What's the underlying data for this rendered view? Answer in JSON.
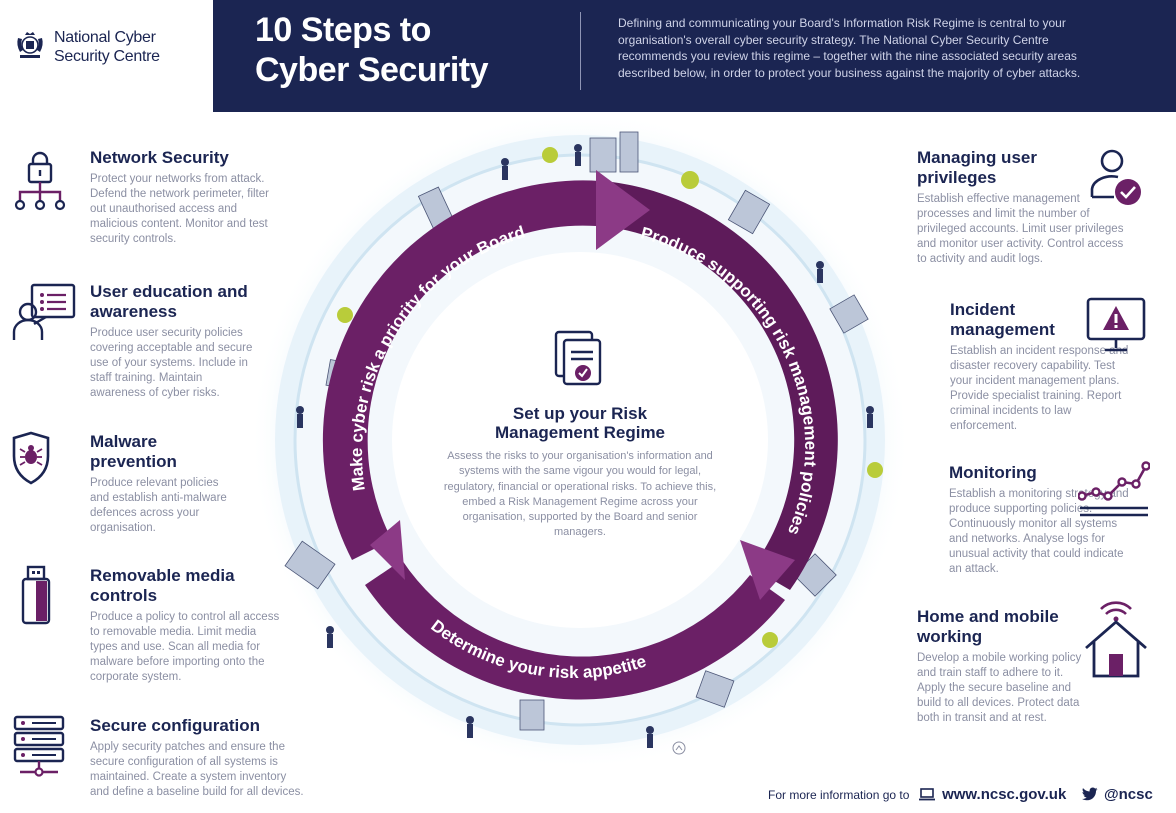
{
  "header": {
    "logo_line1": "National Cyber",
    "logo_line2": "Security Centre",
    "title_line1": "10 Steps to",
    "title_line2": "Cyber Security",
    "intro": "Defining and communicating your Board's Information Risk Regime is central to your organisation's overall cyber security strategy. The National Cyber Security Centre recommends you review this regime – together with the nine associated security areas described below, in order to protect your business against the majority of cyber attacks."
  },
  "left_items": [
    {
      "title": "Network Security",
      "text": "Protect your networks from attack. Defend the network perimeter, filter out unauthorised access and malicious content. Monitor and test security controls.",
      "icon": "network-lock-icon"
    },
    {
      "title": "User education and awareness",
      "text": "Produce user security policies covering acceptable and secure use of your systems. Include in staff training. Maintain awareness of cyber risks.",
      "icon": "presenter-icon"
    },
    {
      "title": "Malware prevention",
      "text": "Produce relevant policies and establish anti-malware defences across your organisation.",
      "icon": "bug-shield-icon"
    },
    {
      "title": "Removable media controls",
      "text": "Produce a policy to control all access to removable media. Limit media types and use. Scan all media for malware before importing onto the corporate system.",
      "icon": "usb-drive-icon"
    },
    {
      "title": "Secure configuration",
      "text": "Apply security patches and ensure the secure configuration of all systems is maintained. Create a system inventory and define a baseline build for all devices.",
      "icon": "server-stack-icon"
    }
  ],
  "right_items": [
    {
      "title": "Managing user privileges",
      "text": "Establish effective management processes and limit the number of privileged accounts. Limit user privileges and monitor user activity. Control access to activity and audit logs.",
      "icon": "user-check-icon"
    },
    {
      "title": "Incident management",
      "text": "Establish an incident response and disaster recovery capability. Test your incident management plans. Provide specialist training. Report criminal incidents to law enforcement.",
      "icon": "monitor-warning-icon"
    },
    {
      "title": "Monitoring",
      "text": "Establish a monitoring strategy and produce supporting policies. Continuously monitor all systems and networks. Analyse logs for unusual activity that could indicate an attack.",
      "icon": "line-graph-icon"
    },
    {
      "title": "Home and mobile working",
      "text": "Develop a mobile working policy and train staff to adhere to it. Apply the secure baseline and build to all devices. Protect data both in transit and at rest.",
      "icon": "home-wifi-icon"
    }
  ],
  "cycle": {
    "arc_board": "Make cyber risk a priority for your Board",
    "arc_policies": "Produce supporting risk management policies",
    "arc_appetite": "Determine your risk appetite",
    "center_title_line1": "Set up your Risk",
    "center_title_line2": "Management Regime",
    "center_text": "Assess the risks to your organisation's information and systems with the same vigour you would for legal, regulatory, financial or operational risks. To achieve this, embed a Risk Management Regime across your organisation, supported by the Board and senior managers.",
    "center_icon": "documents-check-icon"
  },
  "footer": {
    "prefix": "For more information go to",
    "url": "www.ncsc.gov.uk",
    "twitter": "@ncsc"
  },
  "colors": {
    "navy": "#1b2552",
    "purple": "#6b2066",
    "purple_dark": "#501650",
    "accent_purple": "#7d2a78",
    "sky": "#bfe0f2",
    "grey_text": "#8b8fa3"
  }
}
